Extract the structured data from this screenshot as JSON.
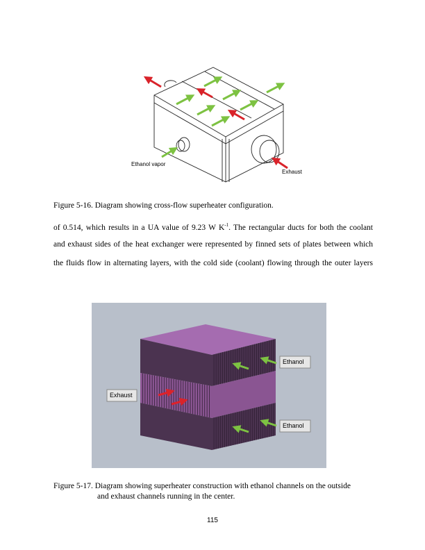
{
  "figure1": {
    "labels": {
      "ethanol": "Ethanol vapor",
      "exhaust": "Exhaust"
    },
    "caption": "Figure 5-16.  Diagram showing cross-flow superheater configuration.",
    "colors": {
      "hot_arrow": "#d9232a",
      "cold_arrow": "#7dc242"
    }
  },
  "paragraph": {
    "line1_a": "of 0.514, which results in a UA value of 9.23 W K",
    "line1_sup": "-1",
    "line1_b": ". The rectangular ducts for both the coolant",
    "line2": "and exhaust sides of the heat exchanger were represented by finned sets of plates between which",
    "line3": "the fluids flow in alternating layers, with the cold side (coolant) flowing through the outer layers"
  },
  "figure2": {
    "labels": {
      "exhaust": "Exhaust",
      "ethanol_top": "Ethanol",
      "ethanol_bottom": "Ethanol"
    },
    "caption_line1": "Figure 5-17.  Diagram showing superheater construction with ethanol channels on the outside",
    "caption_line2": "and exhaust channels running in the center.",
    "colors": {
      "background": "#b8bfca",
      "top": "#a56cb0",
      "dark": "#4b3350",
      "band": "#8a5592"
    }
  },
  "page_number": "115"
}
